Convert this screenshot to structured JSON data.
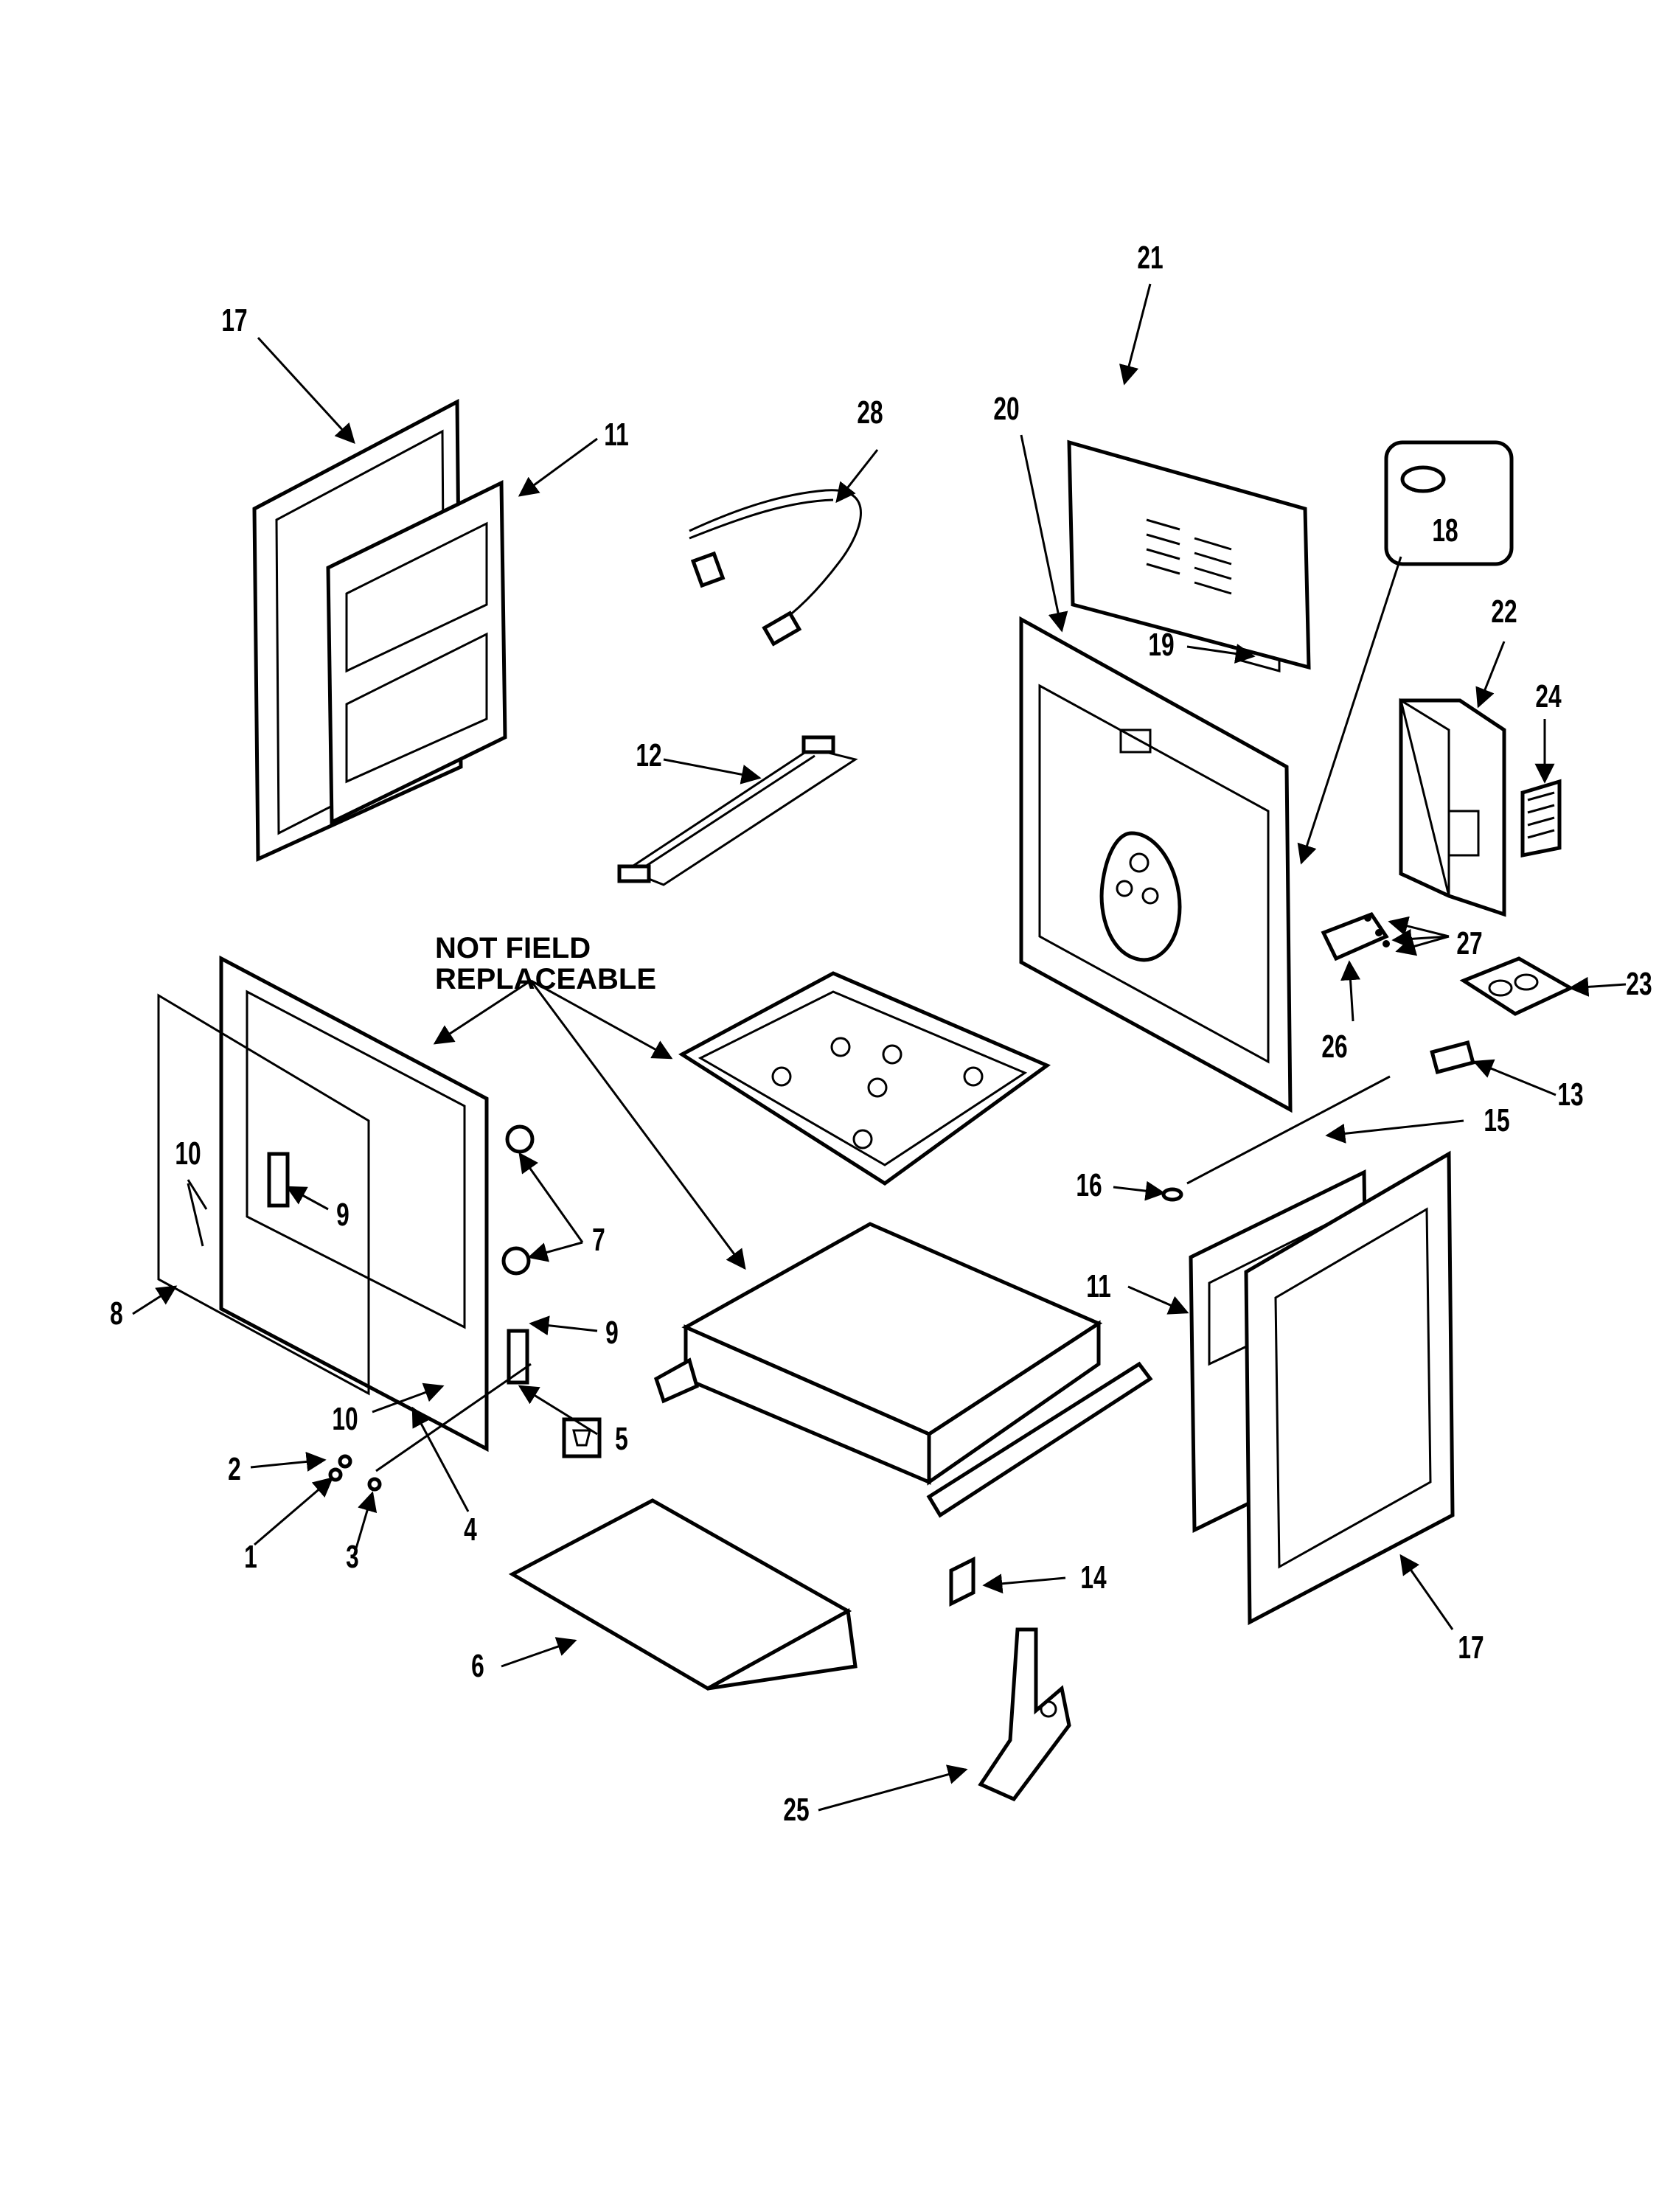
{
  "note": {
    "line1": "NOT FIELD",
    "line2": "REPLACEABLE"
  },
  "callouts": [
    {
      "id": "c17a",
      "label": "17"
    },
    {
      "id": "c11a",
      "label": "11"
    },
    {
      "id": "c28",
      "label": "28"
    },
    {
      "id": "c20",
      "label": "20"
    },
    {
      "id": "c21",
      "label": "21"
    },
    {
      "id": "c18",
      "label": "18"
    },
    {
      "id": "c19",
      "label": "19"
    },
    {
      "id": "c22",
      "label": "22"
    },
    {
      "id": "c24",
      "label": "24"
    },
    {
      "id": "c12",
      "label": "12"
    },
    {
      "id": "c27",
      "label": "27"
    },
    {
      "id": "c26",
      "label": "26"
    },
    {
      "id": "c23",
      "label": "23"
    },
    {
      "id": "c13",
      "label": "13"
    },
    {
      "id": "c15",
      "label": "15"
    },
    {
      "id": "c16",
      "label": "16"
    },
    {
      "id": "c10a",
      "label": "10"
    },
    {
      "id": "c9a",
      "label": "9"
    },
    {
      "id": "c7",
      "label": "7"
    },
    {
      "id": "c8",
      "label": "8"
    },
    {
      "id": "c9b",
      "label": "9"
    },
    {
      "id": "c10b",
      "label": "10"
    },
    {
      "id": "c5",
      "label": "5"
    },
    {
      "id": "c2",
      "label": "2"
    },
    {
      "id": "c4",
      "label": "4"
    },
    {
      "id": "c1",
      "label": "1"
    },
    {
      "id": "c3",
      "label": "3"
    },
    {
      "id": "c11b",
      "label": "11"
    },
    {
      "id": "c17b",
      "label": "17"
    },
    {
      "id": "c14",
      "label": "14"
    },
    {
      "id": "c6",
      "label": "6"
    },
    {
      "id": "c25",
      "label": "25"
    }
  ]
}
